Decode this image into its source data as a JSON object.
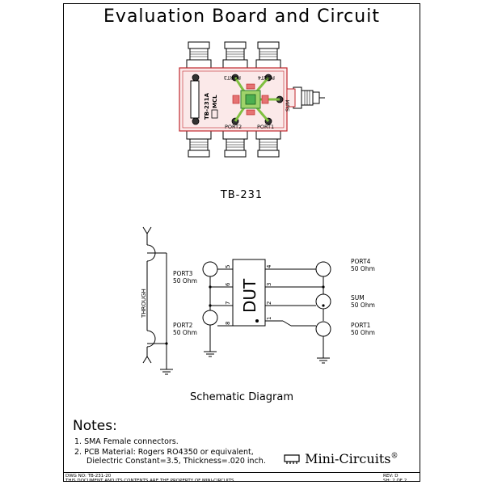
{
  "title": "Evaluation Board and Circuit",
  "board": {
    "model_label": "TB-231",
    "pcb_text": "TB-231A",
    "brand_mark": "MCL",
    "port_labels": {
      "port1": "PORT1",
      "port2": "PORT2",
      "port3": "PORT3",
      "port4": "PORT4",
      "sum": "SUM"
    }
  },
  "schematic": {
    "caption": "Schematic Diagram",
    "through_label": "THROUGH",
    "dut_label": "DUT",
    "ports": {
      "port3": {
        "name": "PORT3",
        "impedance": "50 Ohm"
      },
      "port2": {
        "name": "PORT2",
        "impedance": "50 Ohm"
      },
      "port4": {
        "name": "PORT4",
        "impedance": "50 Ohm"
      },
      "sum": {
        "name": "SUM",
        "impedance": "50 Ohm"
      },
      "port1": {
        "name": "PORT1",
        "impedance": "50 Ohm"
      }
    },
    "pins": {
      "p1": "1",
      "p2": "2",
      "p3": "3",
      "p4": "4",
      "p5": "5",
      "p6": "6",
      "p7": "7",
      "p8": "8"
    }
  },
  "notes": {
    "heading": "Notes:",
    "items": [
      "1. SMA Female connectors.",
      "2. PCB Material: Rogers RO4350 or equivalent,",
      "Dielectric Constant=3.5, Thickness=.020 inch."
    ]
  },
  "logo": {
    "text": "Mini-Circuits",
    "mark": "®"
  },
  "footer": {
    "dwg_no": "DWG NO: TB-231-20",
    "proprietary": "THIS DOCUMENT AND ITS CONTENTS ARE THE PROPERTY OF MINI-CIRCUITS.",
    "rev": "REV: D",
    "sheet": "SH: 2  OF  2"
  }
}
